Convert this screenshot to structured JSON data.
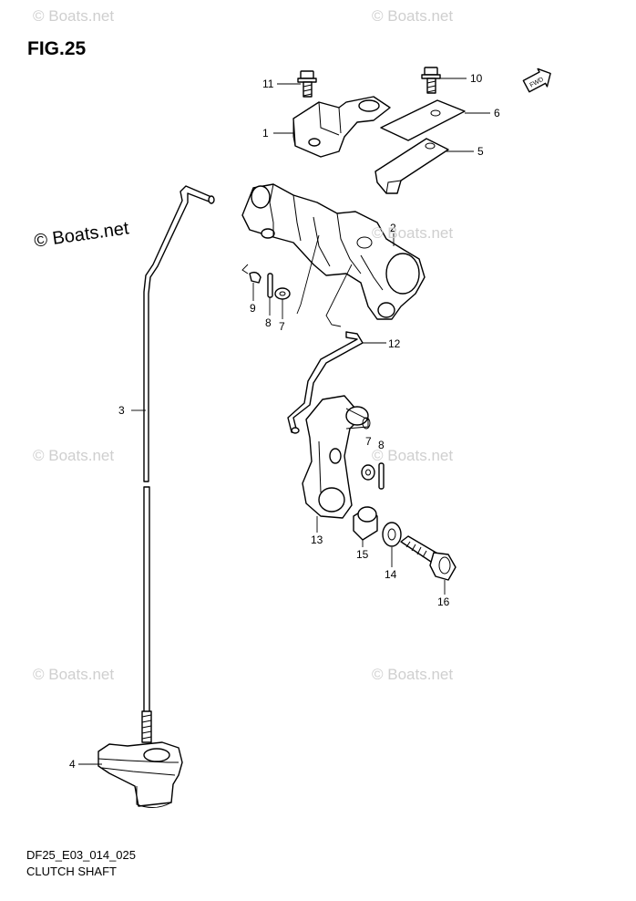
{
  "figure_title": "FIG.25",
  "diagram_code": "DF25_E03_014_025",
  "caption": "CLUTCH SHAFT",
  "fwd_label": "FWD",
  "watermark_text": "© Boats.net",
  "callouts": {
    "n1": "1",
    "n2": "2",
    "n3": "3",
    "n4": "4",
    "n5": "5",
    "n6": "6",
    "n7a": "7",
    "n7b": "7",
    "n8a": "8",
    "n8b": "8",
    "n9": "9",
    "n10": "10",
    "n11": "11",
    "n12": "12",
    "n13": "13",
    "n14": "14",
    "n15": "15",
    "n16": "16"
  }
}
